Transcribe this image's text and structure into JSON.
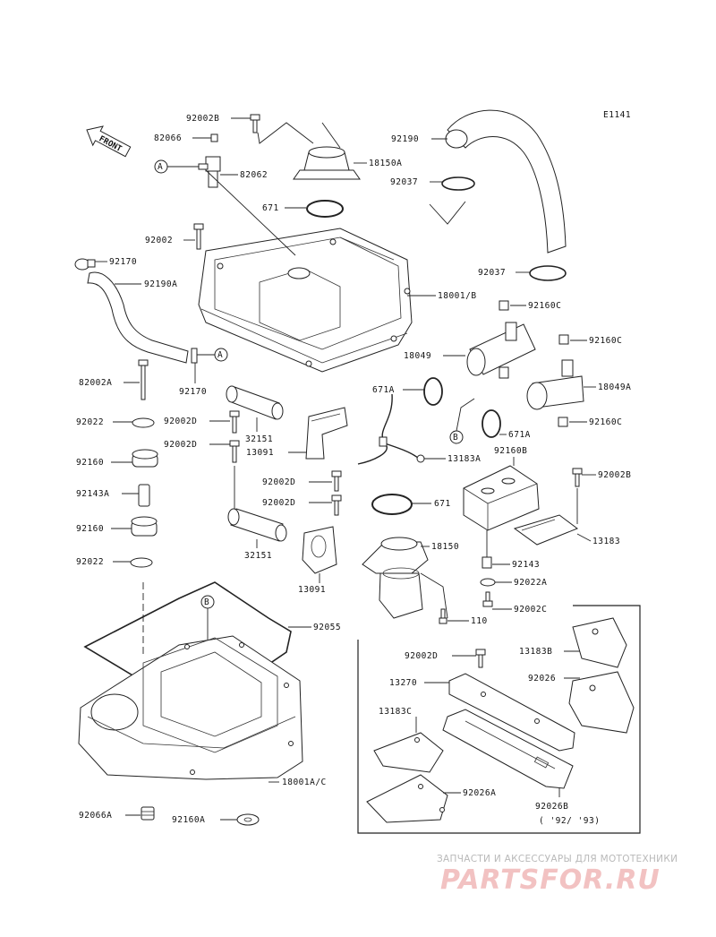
{
  "diagram_id": "E1141",
  "front_label": "FRONT",
  "callouts": {
    "A": "A",
    "B": "B"
  },
  "parts": {
    "p92002B_top": "92002B",
    "p82066": "82066",
    "p82062": "82062",
    "p18150A": "18150A",
    "p671_top": "671",
    "p92190": "92190",
    "p92037_top": "92037",
    "p92002_a": "92002",
    "p92170_top": "92170",
    "p92190A": "92190A",
    "p18001B": "18001/B",
    "p92037_mid": "92037",
    "p92160C_1": "92160C",
    "p92160C_2": "92160C",
    "p18049": "18049",
    "p18049A": "18049A",
    "p671A_1": "671A",
    "p671A_2": "671A",
    "p92160C_3": "92160C",
    "p92170_mid": "92170",
    "p82002A": "82002A",
    "p92022_1": "92022",
    "p92002D_1": "92002D",
    "p92002D_2": "92002D",
    "p32151_1": "32151",
    "p13091_1": "13091",
    "p13183A": "13183A",
    "p92160_1": "92160",
    "p92160B": "92160B",
    "p92002B_right": "92002B",
    "p92143A": "92143A",
    "p92002D_3": "92002D",
    "p92002D_4": "92002D",
    "p671_mid": "671",
    "p92160_2": "92160",
    "p32151_2": "32151",
    "p13183": "13183",
    "p18150": "18150",
    "p92143": "92143",
    "p92022_2": "92022",
    "p13091_2": "13091",
    "p92022A": "92022A",
    "p92002C": "92002C",
    "p110": "110",
    "p92055": "92055",
    "p92002D_5": "92002D",
    "p13183B": "13183B",
    "p92026": "92026",
    "p13270": "13270",
    "p13183C": "13183C",
    "p18001AC": "18001A/C",
    "p92026A": "92026A",
    "p92026B": "92026B",
    "p_years": "( '92/ '93)",
    "p92066A": "92066A",
    "p92160A": "92160A"
  },
  "watermark": {
    "top_line": "ЗАПЧАСТИ И АКСЕССУАРЫ ДЛЯ МОТОТЕХНИКИ",
    "logo": "PARTSFOR.RU"
  }
}
